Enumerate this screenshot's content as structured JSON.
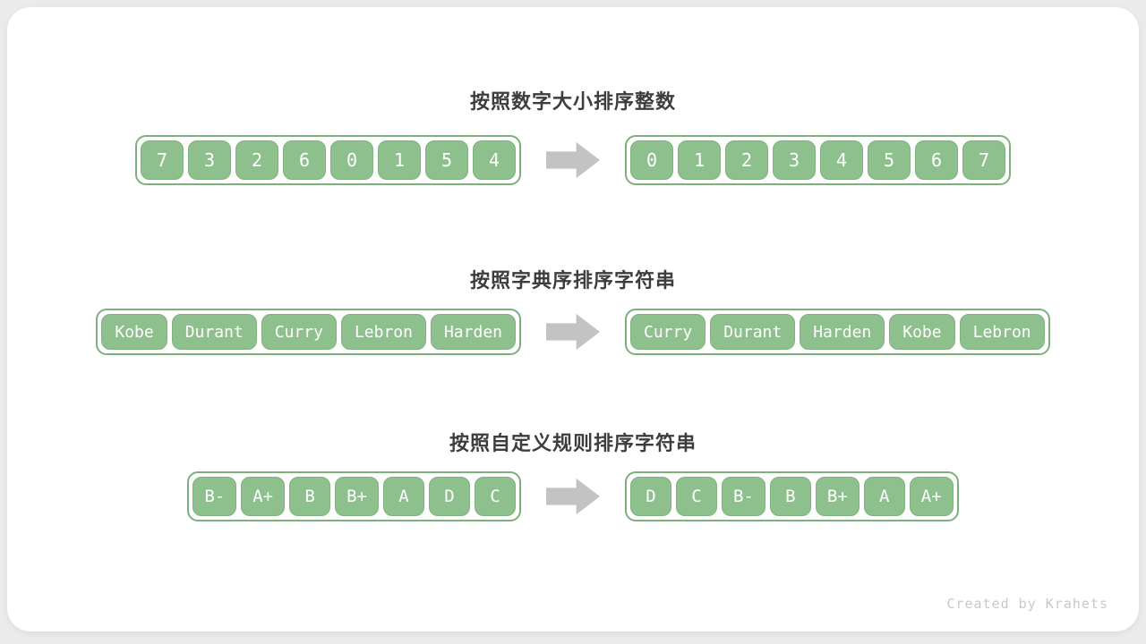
{
  "page": {
    "credit": "Created by Krahets"
  },
  "colors": {
    "page_bg": "#ebebeb",
    "card_bg": "#ffffff",
    "cell_fill": "#8ec08e",
    "cell_border": "#7fb27f",
    "container_border": "#7cb07c",
    "arrow": "#c3c3c3",
    "title_text": "#3d3d3d",
    "cell_text": "#ffffff",
    "credit_text": "#c9c9c9"
  },
  "sections": [
    {
      "title": "按照数字大小排序整数",
      "before": [
        "7",
        "3",
        "2",
        "6",
        "0",
        "1",
        "5",
        "4"
      ],
      "after": [
        "0",
        "1",
        "2",
        "3",
        "4",
        "5",
        "6",
        "7"
      ]
    },
    {
      "title": "按照字典序排序字符串",
      "before": [
        "Kobe",
        "Durant",
        "Curry",
        "Lebron",
        "Harden"
      ],
      "after": [
        "Curry",
        "Durant",
        "Harden",
        "Kobe",
        "Lebron"
      ]
    },
    {
      "title": "按照自定义规则排序字符串",
      "before": [
        "B-",
        "A+",
        "B",
        "B+",
        "A",
        "D",
        "C"
      ],
      "after": [
        "D",
        "C",
        "B-",
        "B",
        "B+",
        "A",
        "A+"
      ]
    }
  ]
}
